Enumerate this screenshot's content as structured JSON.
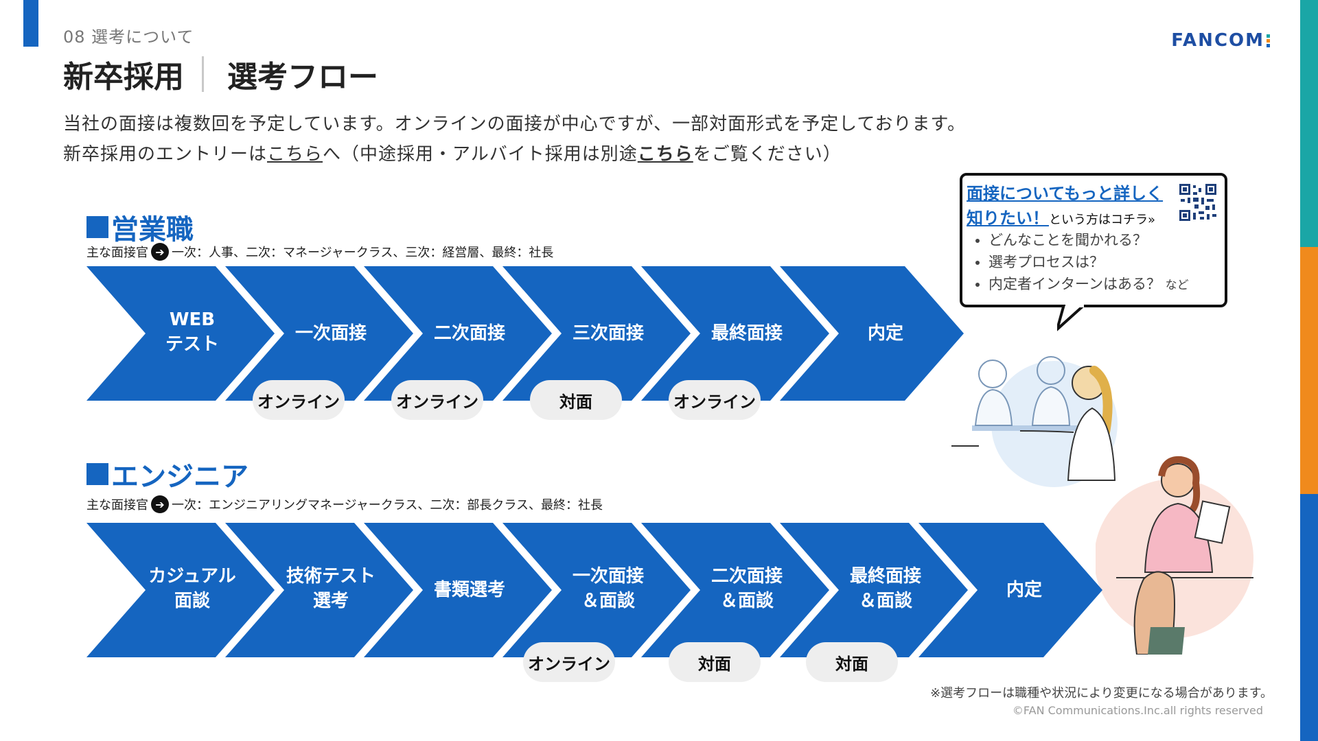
{
  "header": {
    "section_label": "08 選考について",
    "title_left": "新卒採用",
    "title_right": "選考フロー",
    "logo_text": "FANCOM",
    "logo_dot_colors": [
      "#1aa6a6",
      "#f08a1c",
      "#1565c0"
    ]
  },
  "intro": {
    "line1": "当社の面接は複数回を予定しています。オンラインの面接が中心ですが、一部対面形式を予定しております。",
    "line2_a": "新卒採用のエントリーは",
    "line2_link1": "こちら",
    "line2_b": "へ（中途採用・アルバイト採用は別途",
    "line2_link2": "こちら",
    "line2_c": "をご覧ください）"
  },
  "sales": {
    "heading": "営業職",
    "interviewer_label": "主な面接官",
    "interviewer_text": "一次：人事、二次：マネージャークラス、三次：経営層、最終：社長",
    "steps": [
      "WEB",
      "テスト",
      "一次面接",
      "二次面接",
      "三次面接",
      "最終面接",
      "内定"
    ],
    "pills": [
      "オンライン",
      "オンライン",
      "対面",
      "オンライン"
    ]
  },
  "engineer": {
    "heading": "エンジニア",
    "interviewer_label": "主な面接官",
    "interviewer_text": "一次：エンジニアリングマネージャークラス、二次：部長クラス、最終：社長",
    "steps": [
      "カジュアル",
      "面談",
      "技術テスト",
      "選考",
      "書類選考",
      "一次面接",
      "＆面談",
      "二次面接",
      "＆面談",
      "最終面接",
      "＆面談",
      "内定"
    ],
    "pills": [
      "オンライン",
      "対面",
      "対面"
    ]
  },
  "callout": {
    "head1": "面接についてもっと詳しく",
    "head2": "知りたい！",
    "head_suffix": "という方はコチラ»",
    "items": [
      "どんなことを聞かれる？",
      "選考プロセスは？",
      "内定者インターンはある？"
    ],
    "items_suffix": "など"
  },
  "footer": {
    "note": "※選考フローは職種や状況により変更になる場合があります。",
    "copyright": "©FAN Communications.Inc.all rights reserved"
  },
  "colors": {
    "flow_blue": "#1565c0",
    "pill_bg": "#eeeeee"
  }
}
